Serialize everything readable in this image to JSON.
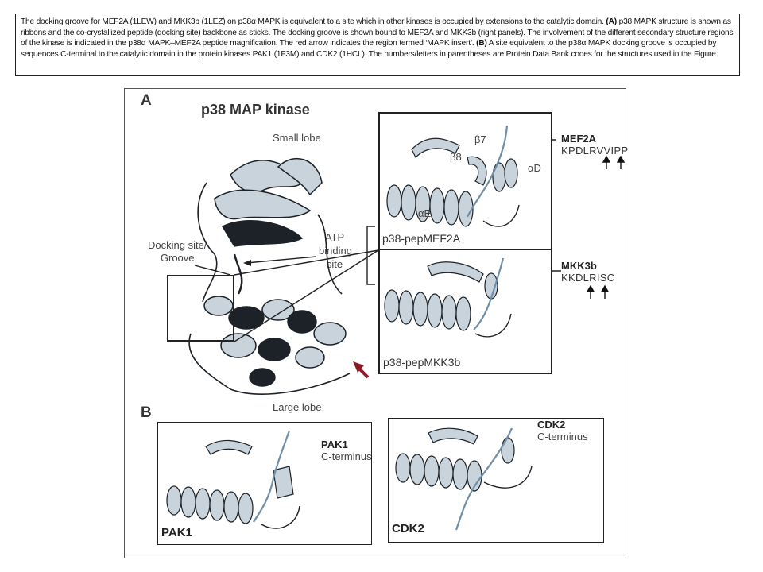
{
  "caption": {
    "part1": "The docking groove for MEF2A (1LEW) and MKK3b (1LEZ) on p38α MAPK is equivalent to a site which in other kinases is occupied by extensions to the catalytic domain.",
    "label_a": "(A)",
    "part2": "p38 MAPK structure is shown as ribbons and the co-crystallized peptide (docking site) backbone as sticks. The docking groove is shown bound to MEF2A and MKK3b (right panels). The involvement of the different secondary structure regions of the kinase is indicated in the p38α MAPK–MEF2A peptide magnification. The red arrow indicates the region termed ‘MAPK insert’.",
    "label_b": "(B)",
    "part3": "A site equivalent to the p38α MAPK docking groove is occupied by sequences C-terminal to the catalytic domain in the protein kinases PAK1 (1F3M) and CDK2 (1HCL). The numbers/letters in parentheses are Protein Data Bank codes for the structures used in the Figure."
  },
  "panel_a": {
    "letter": "A",
    "title": "p38 MAP kinase",
    "small_lobe": "Small lobe",
    "large_lobe": "Large lobe",
    "docking_line1": "Docking site/",
    "docking_line2": "Groove",
    "atp_line1": "ATP",
    "atp_line2": "binding",
    "atp_line3": "site",
    "mef2a_panel": "p38-pepMEF2A",
    "mkk3b_panel": "p38-pepMKK3b",
    "beta7": "β7",
    "beta8": "β8",
    "alphaD": "αD",
    "alphaE": "αE",
    "mef2a_name": "MEF2A",
    "mef2a_seq": "KPDLRVVIPP",
    "mkk3b_name": "MKK3b",
    "mkk3b_seq": "KKDLRISC"
  },
  "panel_b": {
    "letter": "B",
    "pak1_label": "PAK1",
    "pak1_note_line1": "PAK1",
    "pak1_note_line2": "C-terminus",
    "cdk2_label": "CDK2",
    "cdk2_note_line1": "CDK2",
    "cdk2_note_line2": "C-terminus"
  },
  "colors": {
    "ribbon": "#c9d3dc",
    "ribbon_dark": "#1c2228",
    "red_arrow": "#8a1c2a",
    "stick": "#6f8fa8"
  }
}
